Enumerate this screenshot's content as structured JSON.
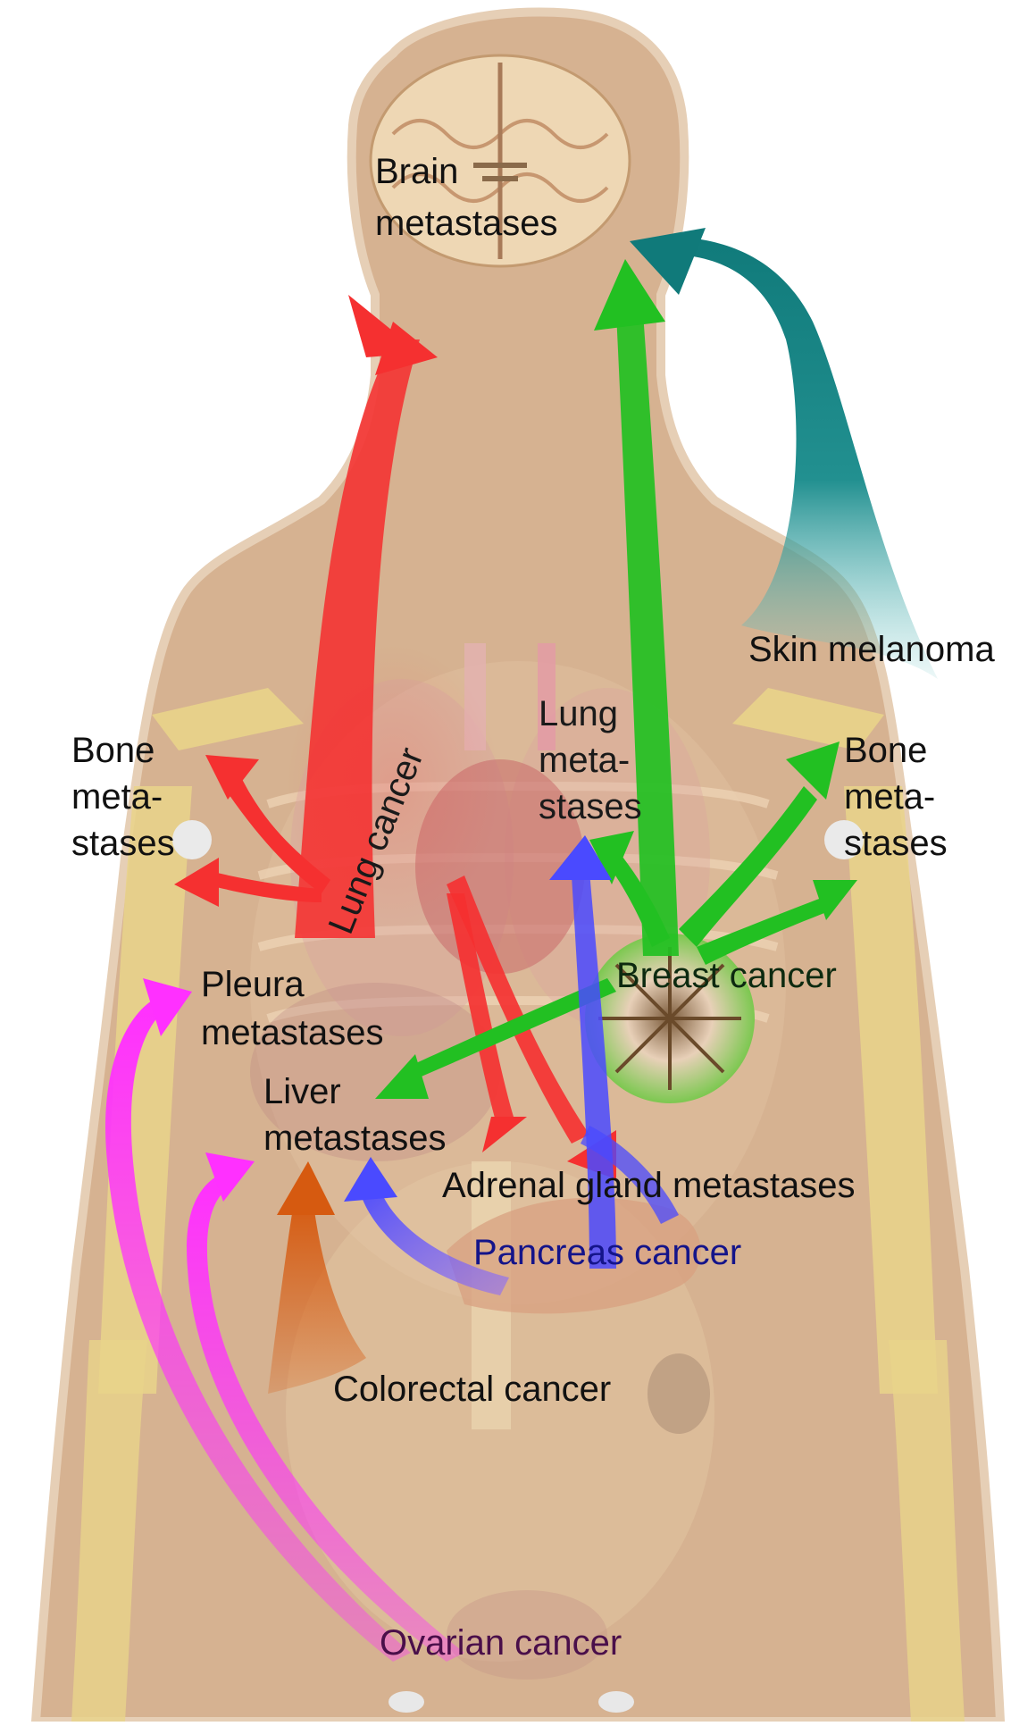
{
  "labels": {
    "brain": [
      "Brain",
      "metastases"
    ],
    "skin_melanoma": "Skin melanoma",
    "bone_left": [
      "Bone",
      "meta-",
      "stases"
    ],
    "bone_right": [
      "Bone",
      "meta-",
      "stases"
    ],
    "lung_metastases": [
      "Lung",
      "meta-",
      "stases"
    ],
    "lung_cancer": "Lung cancer",
    "breast_cancer": "Breast cancer",
    "pleura": [
      "Pleura",
      "metastases"
    ],
    "liver": [
      "Liver",
      "metastases"
    ],
    "adrenal": "Adrenal gland metastases",
    "pancreas": "Pancreas cancer",
    "colorectal": "Colorectal cancer",
    "ovarian": "Ovarian cancer"
  },
  "colors": {
    "lung_cancer_arrows": "#f53030",
    "breast_cancer_arrows": "#22c022",
    "skin_melanoma_arrow": "#107a7a",
    "pancreas_cancer_arrows": "#4a4aff",
    "colorectal_cancer_arrow": "#d65a10",
    "ovarian_cancer_arrows": "#ff30ff",
    "body": "#d6b291",
    "bone": "#e9d38a"
  }
}
